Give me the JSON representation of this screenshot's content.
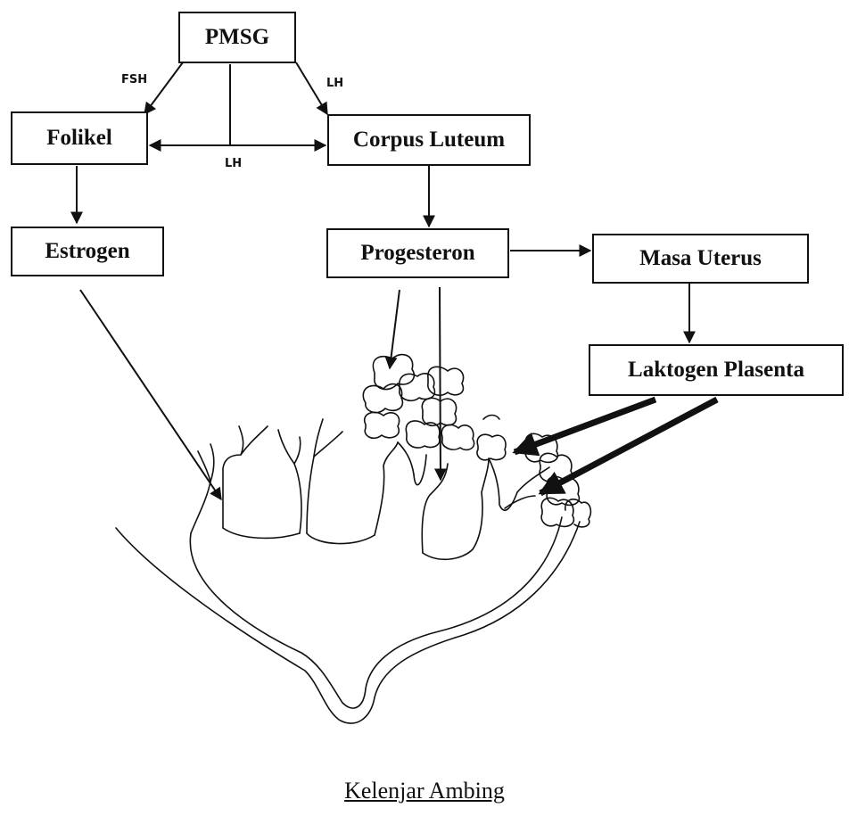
{
  "boxes": {
    "pmsg": "PMSG",
    "folikel": "Folikel",
    "corpus_luteum": "Corpus Luteum",
    "estrogen": "Estrogen",
    "progesteron": "Progesteron",
    "masa_uterus": "Masa Uterus",
    "laktogen_plasenta": "Laktogen Plasenta"
  },
  "edge_labels": {
    "fsh": "FSH",
    "lh_right": "LH",
    "lh_middle": "LH"
  },
  "caption": "Kelenjar Ambing"
}
